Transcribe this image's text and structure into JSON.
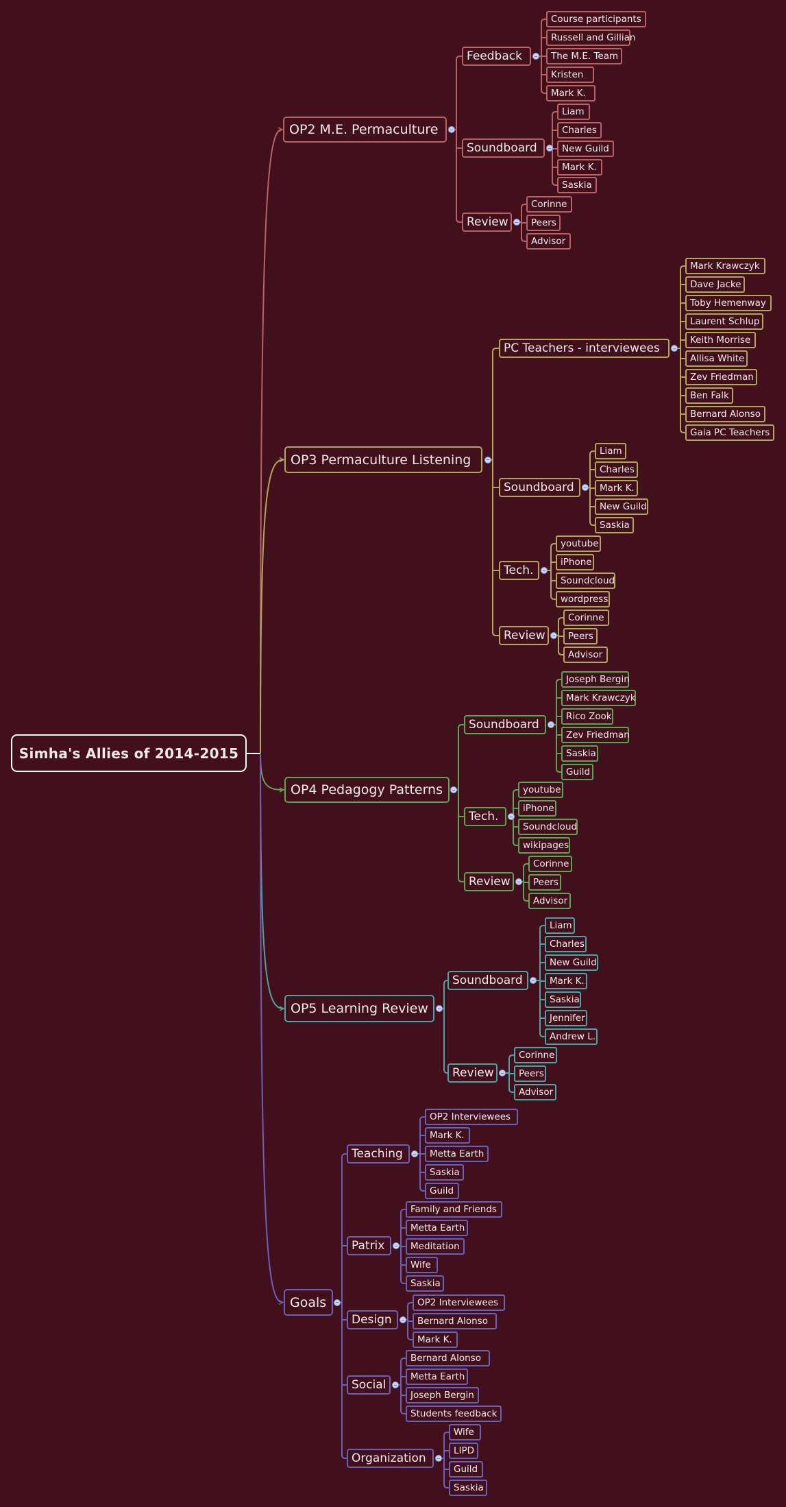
{
  "root": {
    "label": "Simha's Allies of 2014-2015",
    "color": "#ffffff"
  },
  "colors": {
    "background": "#42101c",
    "text": "#f3e9ea",
    "collapse_dot": "#c9d6f2",
    "branch_op2": "#b86466",
    "branch_op3": "#b3a65a",
    "branch_op4": "#5fa356",
    "branch_op5": "#4fa3a3",
    "branch_goals": "#6a60b4"
  },
  "branches": [
    {
      "label": "OP2 M.E. Permaculture",
      "color": "#b86466",
      "children": [
        {
          "label": "Feedback",
          "children": [
            "Course participants",
            "Russell and Gillian",
            "The M.E. Team",
            "Kristen",
            "Mark K."
          ]
        },
        {
          "label": "Soundboard",
          "children": [
            "Liam",
            "Charles",
            "New Guild",
            "Mark K.",
            "Saskia"
          ]
        },
        {
          "label": "Review",
          "children": [
            "Corinne",
            "Peers",
            "Advisor"
          ]
        }
      ]
    },
    {
      "label": "OP3 Permaculture Listening",
      "color": "#b3a65a",
      "children": [
        {
          "label": "PC Teachers - interviewees",
          "children": [
            "Mark Krawczyk",
            "Dave Jacke",
            "Toby Hemenway",
            "Laurent Schlup",
            "Keith Morrise",
            "Allisa White",
            "Zev Friedman",
            "Ben Falk",
            "Bernard Alonso",
            "Gaia PC Teachers"
          ]
        },
        {
          "label": "Soundboard",
          "children": [
            "Liam",
            "Charles",
            "Mark K.",
            "New Guild",
            "Saskia"
          ]
        },
        {
          "label": "Tech.",
          "children": [
            "youtube",
            "iPhone",
            "Soundcloud",
            "wordpress"
          ]
        },
        {
          "label": "Review",
          "children": [
            "Corinne",
            "Peers",
            "Advisor"
          ]
        }
      ]
    },
    {
      "label": "OP4 Pedagogy Patterns",
      "color": "#5fa356",
      "children": [
        {
          "label": "Soundboard",
          "children": [
            "Joseph Bergin",
            "Mark Krawczyk",
            "Rico Zook",
            "Zev Friedman",
            "Saskia",
            "Guild"
          ]
        },
        {
          "label": "Tech.",
          "children": [
            "youtube",
            "iPhone",
            "Soundcloud",
            "wikipages"
          ]
        },
        {
          "label": "Review",
          "children": [
            "Corinne",
            "Peers",
            "Advisor"
          ]
        }
      ]
    },
    {
      "label": "OP5 Learning Review",
      "color": "#4fa3a3",
      "children": [
        {
          "label": "Soundboard",
          "children": [
            "Liam",
            "Charles",
            "New Guild",
            "Mark K.",
            "Saskia",
            "Jennifer",
            "Andrew L."
          ]
        },
        {
          "label": "Review",
          "children": [
            "Corinne",
            "Peers",
            "Advisor"
          ]
        }
      ]
    },
    {
      "label": "Goals",
      "color": "#6a60b4",
      "children": [
        {
          "label": "Teaching",
          "children": [
            "OP2 Interviewees",
            "Mark K.",
            "Metta Earth",
            "Saskia",
            "Guild"
          ]
        },
        {
          "label": "Patrix",
          "children": [
            "Family and Friends",
            "Metta Earth",
            "Meditation",
            "Wife",
            "Saskia"
          ]
        },
        {
          "label": "Design",
          "children": [
            "OP2 Interviewees",
            "Bernard Alonso",
            "Mark K."
          ]
        },
        {
          "label": "Social",
          "children": [
            "Bernard Alonso",
            "Metta Earth",
            "Joseph Bergin",
            "Students feedback"
          ]
        },
        {
          "label": "Organization",
          "children": [
            "Wife",
            "LIPD",
            "Guild",
            "Saskia"
          ]
        }
      ]
    }
  ]
}
